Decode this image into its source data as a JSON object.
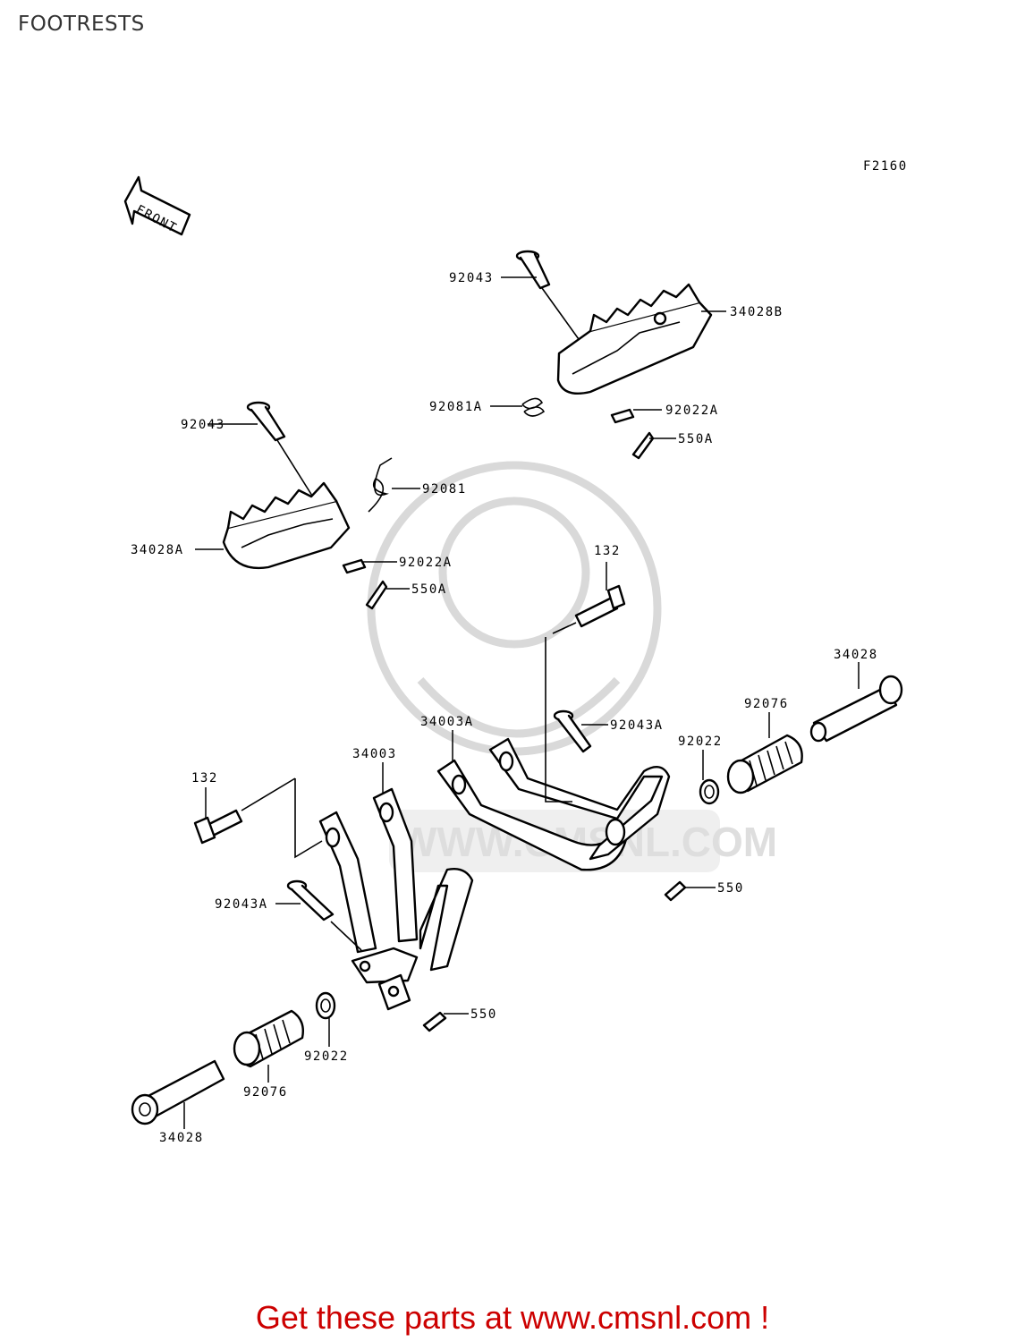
{
  "page": {
    "title": "FOOTRESTS"
  },
  "diagram": {
    "code": "F2160",
    "front_arrow_label": "FRONT",
    "watermark_text": "WWW.CMSNL.COM",
    "parts": [
      {
        "ref": "92043"
      },
      {
        "ref": "34028B"
      },
      {
        "ref": "92081A"
      },
      {
        "ref": "92022A"
      },
      {
        "ref": "550A"
      },
      {
        "ref": "92043"
      },
      {
        "ref": "92081"
      },
      {
        "ref": "34028A"
      },
      {
        "ref": "92022A"
      },
      {
        "ref": "550A"
      },
      {
        "ref": "132"
      },
      {
        "ref": "34028"
      },
      {
        "ref": "92076"
      },
      {
        "ref": "92043A"
      },
      {
        "ref": "34003A"
      },
      {
        "ref": "92022"
      },
      {
        "ref": "34003"
      },
      {
        "ref": "132"
      },
      {
        "ref": "550"
      },
      {
        "ref": "92043A"
      },
      {
        "ref": "550"
      },
      {
        "ref": "92022"
      },
      {
        "ref": "92076"
      },
      {
        "ref": "34028"
      }
    ]
  },
  "footer": {
    "text": "Get these parts at www.cmsnl.com !"
  }
}
